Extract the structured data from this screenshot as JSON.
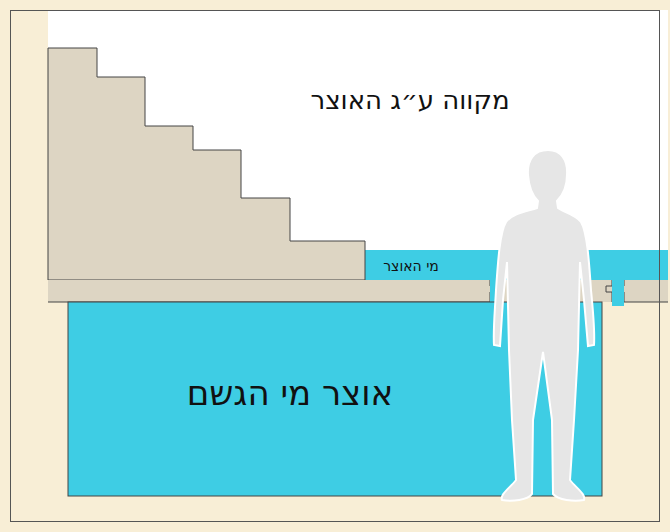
{
  "diagram": {
    "nodes": [
      {
        "text": [
          "מקווה ע״ג האוצר"
        ]
      },
      {
        "text": [
          "מי האוצר"
        ],
        "in": 0
      },
      {
        "text": [
          "אוצר מי הגשם"
        ]
      }
    ]
  }
}
